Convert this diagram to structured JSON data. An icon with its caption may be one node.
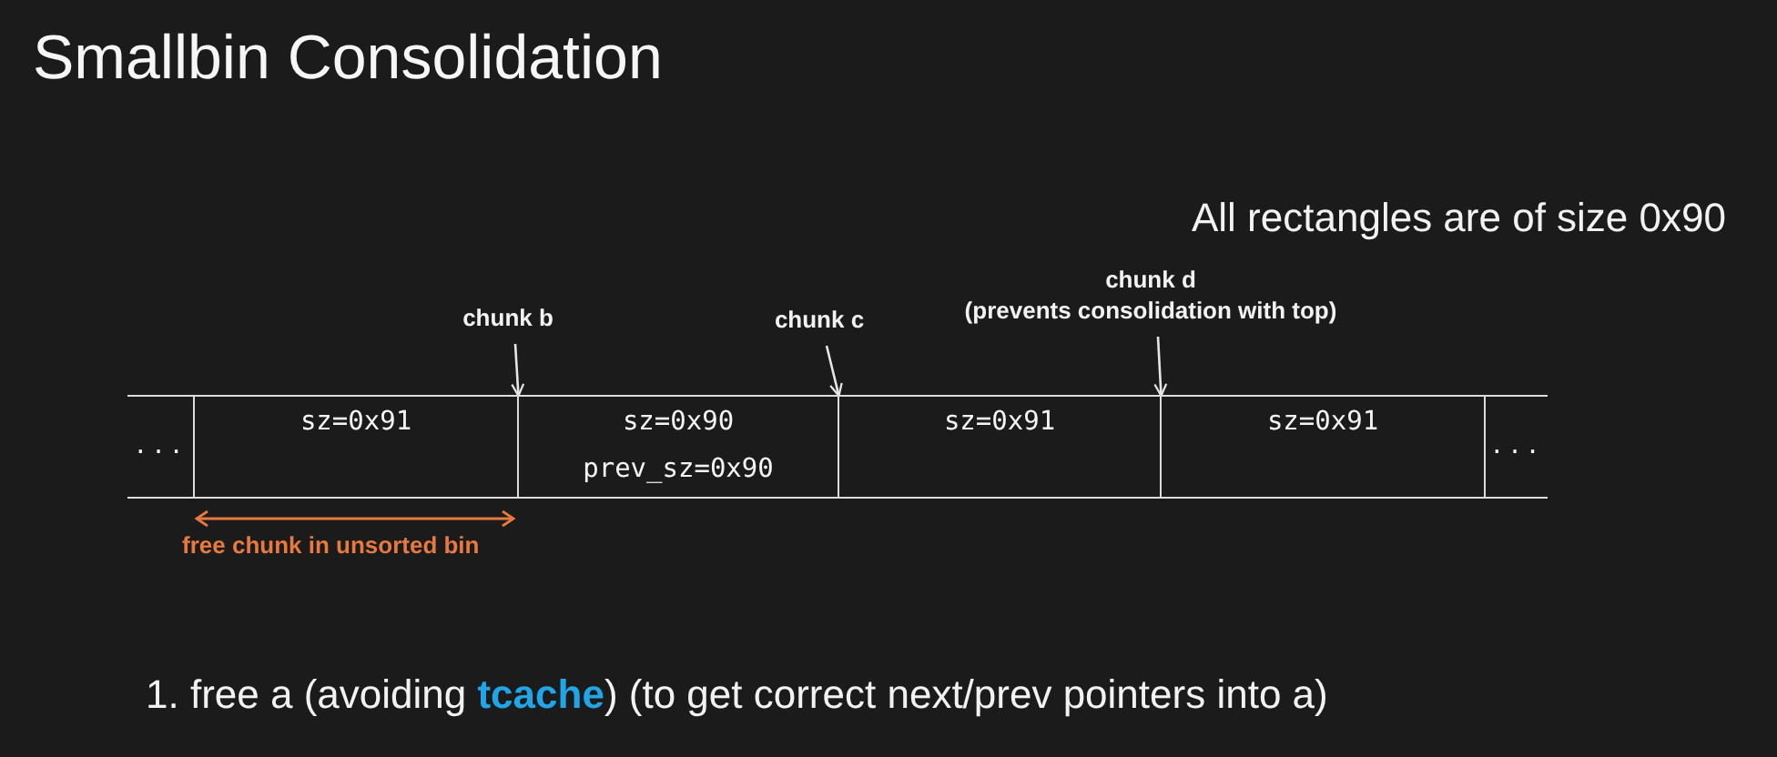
{
  "diagram": {
    "title": "Smallbin Consolidation",
    "nodes": [
      {
        "text": [
          "chunk b"
        ]
      },
      {
        "text": [
          "chunk c"
        ]
      },
      {
        "text": [
          "chunk d",
          "(prevents consolidation with top)"
        ]
      },
      {
        "text": [
          "..."
        ]
      },
      {
        "text": [
          "sz=0x91"
        ]
      },
      {
        "text": [
          "sz=0x90",
          "prev_sz=0x90"
        ]
      },
      {
        "text": [
          "sz=0x91"
        ]
      },
      {
        "text": [
          "sz=0x91"
        ]
      },
      {
        "text": [
          "..."
        ]
      }
    ],
    "edges": [
      {
        "from": 0,
        "to": 5,
        "arrow": "to"
      },
      {
        "from": 1,
        "to": 6,
        "arrow": "to"
      },
      {
        "from": 2,
        "to": 7,
        "arrow": "to"
      }
    ],
    "labels": [
      "All rectangles are of size 0x90",
      "free chunk in unsorted bin",
      "1. free a (avoiding **tcache**) (to get correct next/prev pointers into a)"
    ]
  }
}
